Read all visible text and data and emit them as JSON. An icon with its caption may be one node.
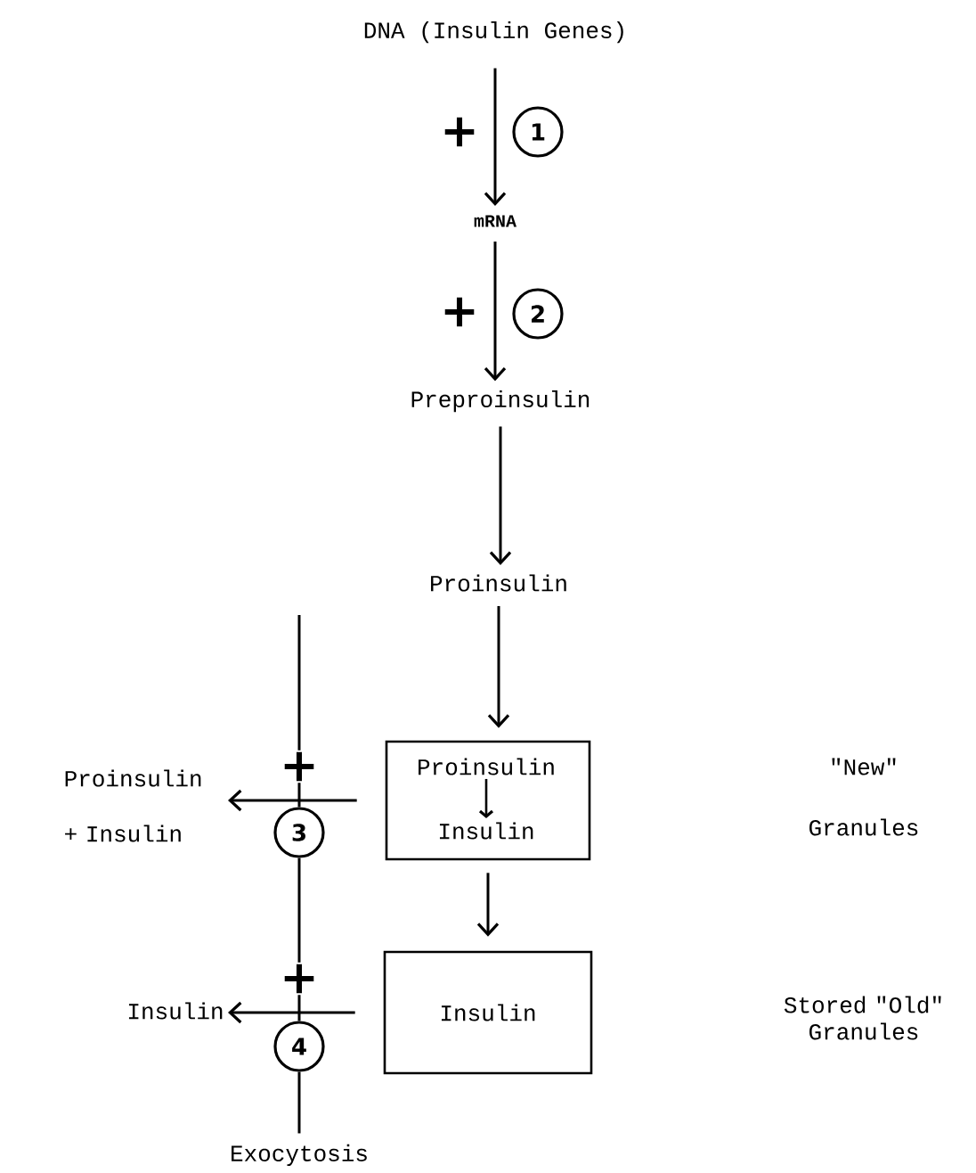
{
  "diagram": {
    "nodes": [
      {
        "text": [
          "DNA (Insulin Genes)"
        ]
      },
      {
        "text": [
          "1"
        ]
      },
      {
        "text": [
          "mRNA"
        ]
      },
      {
        "text": [
          "2"
        ]
      },
      {
        "text": [
          "Preproinsulin"
        ]
      },
      {
        "text": [
          "Proinsulin"
        ]
      },
      {
        "text": [
          "Proinsulin + Insulin"
        ]
      },
      {
        "text": [
          "3"
        ]
      },
      {
        "text": [],
        "shape": "box"
      },
      {
        "text": [
          "Proinsulin"
        ],
        "in": 8
      },
      {
        "text": [
          "Insulin"
        ],
        "in": 8
      },
      {
        "text": [
          "Insulin"
        ]
      },
      {
        "text": [
          "4"
        ]
      },
      {
        "text": [
          "Insulin"
        ]
      },
      {
        "text": [
          "Exocytosis"
        ]
      }
    ],
    "edges": [
      {
        "from": 0,
        "to": 2,
        "arrow": "to"
      },
      {
        "from": 2,
        "to": 4,
        "arrow": "to"
      },
      {
        "from": 4,
        "to": 5,
        "arrow": "to"
      },
      {
        "from": 5,
        "to": 8,
        "arrow": "to"
      },
      {
        "from": 9,
        "to": 10,
        "arrow": "to"
      },
      {
        "from": 8,
        "to": 13,
        "arrow": "to"
      },
      {
        "from": 8,
        "to": 6,
        "arrow": "to"
      },
      {
        "from": 13,
        "to": 11,
        "arrow": "to"
      },
      {
        "from": null,
        "to": 7,
        "arrow": "none"
      },
      {
        "from": 7,
        "to": 12,
        "arrow": "none"
      },
      {
        "from": 12,
        "to": 14,
        "arrow": "none"
      }
    ],
    "labels": [
      "+",
      "+",
      "+",
      "\"New\"",
      "Granules",
      "+",
      "Stored \"Old\" Granules"
    ]
  }
}
